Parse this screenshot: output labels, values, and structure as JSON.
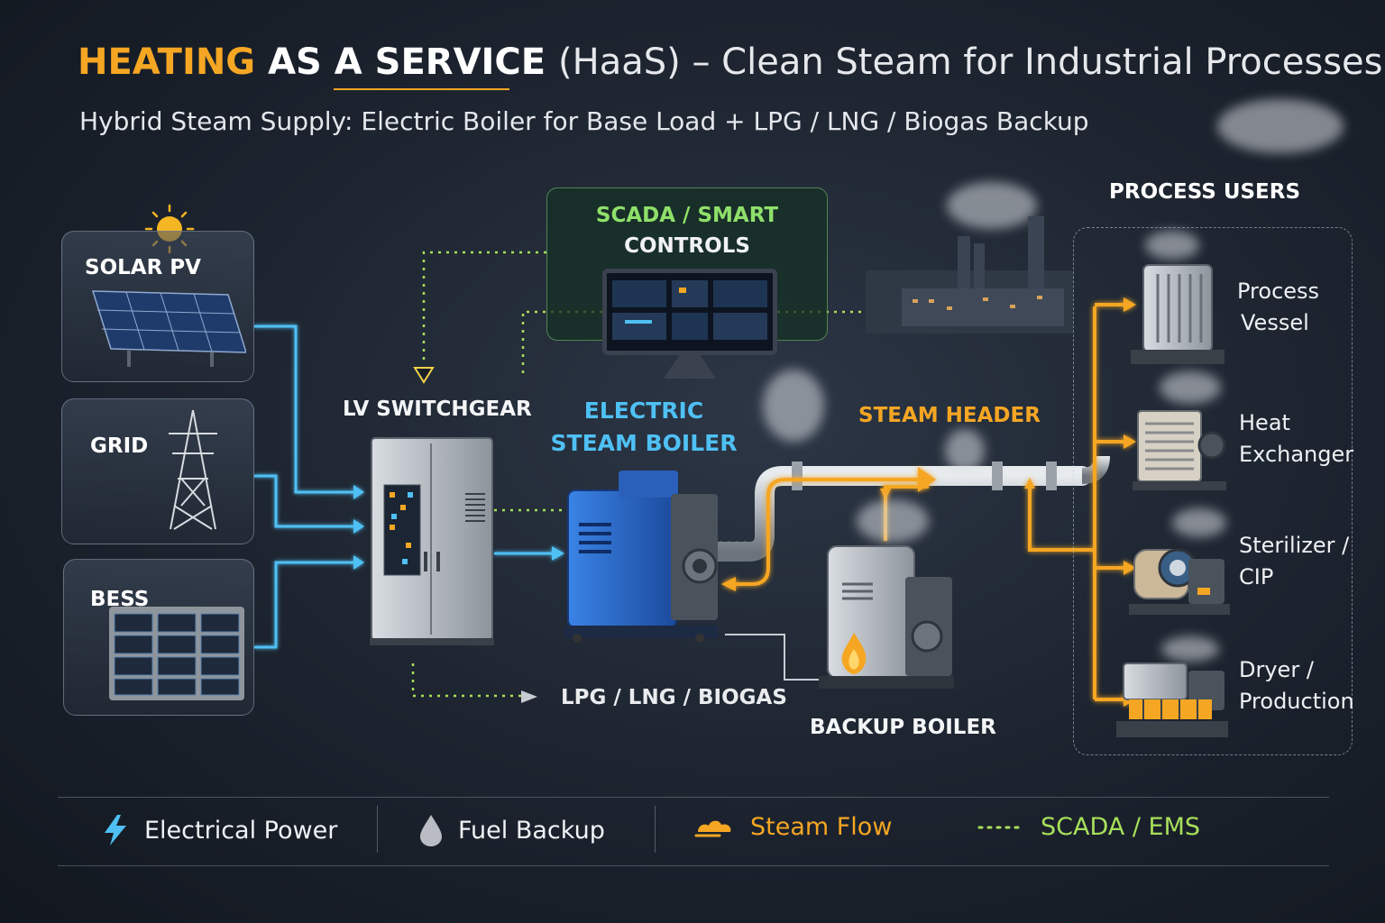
{
  "header": {
    "title_part1": "HEATING",
    "title_part2": "AS A SERVICE",
    "title_part3": "(HaaS) – Clean Steam for Industrial Processes",
    "subtitle": "Hybrid Steam Supply:  Electric Boiler for Base Load + LPG / LNG / Biogas Backup"
  },
  "sources": {
    "solar": "SOLAR PV",
    "grid": "GRID",
    "bess": "BESS"
  },
  "components": {
    "switchgear": "LV SWITCHGEAR",
    "electric_boiler_line1": "ELECTRIC",
    "electric_boiler_line2": "STEAM BOILER",
    "steam_header": "STEAM HEADER",
    "backup_boiler": "BACKUP BOILER",
    "fuel": "LPG / LNG / BIOGAS",
    "scada_line1": "SCADA / SMART",
    "scada_line2": "CONTROLS"
  },
  "process_users": {
    "title": "PROCESS USERS",
    "items": [
      {
        "line1": "Process",
        "line2": "Vessel"
      },
      {
        "line1": "Heat",
        "line2": "Exchanger"
      },
      {
        "line1": "Sterilizer /",
        "line2": "CIP"
      },
      {
        "line1": "Dryer /",
        "line2": "Production"
      }
    ]
  },
  "legend": {
    "electrical": "Electrical Power",
    "fuel": "Fuel Backup",
    "steam": "Steam Flow",
    "scada": "SCADA / EMS"
  },
  "colors": {
    "electrical": "#4fc0f4",
    "steam": "#f5a623",
    "scada": "#8fe06a",
    "fuel": "#c8ccd2",
    "electric_boiler": "#2f6fd0"
  },
  "icons": [
    "sun-icon",
    "solar-panel-icon",
    "transmission-tower-icon",
    "battery-rack-icon",
    "switchgear-icon",
    "electric-boiler-icon",
    "backup-boiler-icon",
    "flame-icon",
    "monitor-icon",
    "factory-icon",
    "steam-cloud-icon",
    "process-vessel-icon",
    "heat-exchanger-icon",
    "sterilizer-icon",
    "dryer-icon",
    "lightning-icon",
    "fuel-drop-icon",
    "steam-flow-icon",
    "dotted-line-icon"
  ]
}
